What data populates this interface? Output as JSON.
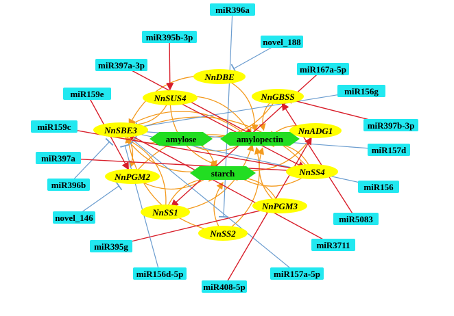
{
  "colors": {
    "mirna_fill": "#22e8f0",
    "gene_fill": "#ffff00",
    "product_fill": "#22dd22",
    "regulation_edge": "#d81e2a",
    "inhibition_edge": "#6a9ccf",
    "pathway_edge": "#f39a1e"
  },
  "nodes": {
    "mirnas": [
      "miR396a",
      "miR395b-3p",
      "novel_188",
      "miR397a-3p",
      "miR167a-5p",
      "miR159e",
      "miR156g",
      "miR159c",
      "miR397b-3p",
      "miR157d",
      "miR397a",
      "miR156",
      "miR396b",
      "novel_146",
      "miR5083",
      "miR395g",
      "miR3711",
      "miR156d-5p",
      "miR157a-5p",
      "miR408-5p"
    ],
    "genes": [
      "NnDBE",
      "NnGBSS",
      "NnSUS4",
      "NnSBE3",
      "NnADG1",
      "NnPGM2",
      "NnSS4",
      "NnSS1",
      "NnPGM3",
      "NnSS2"
    ],
    "products": [
      "amylose",
      "amylopectin",
      "starch"
    ]
  },
  "edges": {
    "regulation": [
      [
        "miR395b-3p",
        "NnSUS4"
      ],
      [
        "miR397a-3p",
        "amylopectin"
      ],
      [
        "miR167a-5p",
        "NnSS1"
      ],
      [
        "miR159e",
        "NnPGM2"
      ],
      [
        "miR159c",
        "NnSS4"
      ],
      [
        "miR397a",
        "NnSS4"
      ],
      [
        "miR397b-3p",
        "NnGBSS"
      ],
      [
        "miR5083",
        "NnGBSS"
      ],
      [
        "miR3711",
        "NnSBE3"
      ],
      [
        "miR395g",
        "NnPGM3"
      ],
      [
        "miR408-5p",
        "NnADG1"
      ],
      [
        "NnSUS4",
        "NnSS4"
      ]
    ],
    "inhibition": [
      [
        "miR396a",
        "NnSS2"
      ],
      [
        "novel_188",
        "NnDBE"
      ],
      [
        "miR156g",
        "NnSBE3"
      ],
      [
        "miR157d",
        "NnSBE3"
      ],
      [
        "miR156",
        "NnSBE3"
      ],
      [
        "novel_146",
        "NnPGM2"
      ],
      [
        "miR396b",
        "NnSBE3"
      ],
      [
        "miR156d-5p",
        "NnSBE3"
      ],
      [
        "miR157a-5p",
        "NnSBE3"
      ]
    ],
    "pathway": [
      [
        "NnDBE",
        "amylopectin"
      ],
      [
        "NnDBE",
        "NnSBE3"
      ],
      [
        "NnGBSS",
        "amylose"
      ],
      [
        "NnGBSS",
        "amylopectin"
      ],
      [
        "NnSUS4",
        "amylopectin"
      ],
      [
        "NnSUS4",
        "starch"
      ],
      [
        "NnSUS4",
        "NnSBE3"
      ],
      [
        "NnSBE3",
        "amylose"
      ],
      [
        "NnSBE3",
        "amylopectin"
      ],
      [
        "NnSBE3",
        "starch"
      ],
      [
        "NnSBE3",
        "NnPGM2"
      ],
      [
        "NnADG1",
        "amylopectin"
      ],
      [
        "NnADG1",
        "starch"
      ],
      [
        "NnPGM2",
        "starch"
      ],
      [
        "NnPGM2",
        "amylopectin"
      ],
      [
        "NnSS4",
        "amylopectin"
      ],
      [
        "NnSS4",
        "starch"
      ],
      [
        "NnSS1",
        "amylopectin"
      ],
      [
        "NnSS1",
        "starch"
      ],
      [
        "NnPGM3",
        "starch"
      ],
      [
        "NnPGM3",
        "amylopectin"
      ],
      [
        "NnSS2",
        "amylopectin"
      ],
      [
        "NnSS2",
        "starch"
      ],
      [
        "amylose",
        "amylopectin"
      ],
      [
        "amylose",
        "starch"
      ],
      [
        "NnSS1",
        "NnSBE3"
      ],
      [
        "NnSS2",
        "NnSBE3"
      ],
      [
        "NnSS4",
        "NnSBE3"
      ]
    ]
  }
}
